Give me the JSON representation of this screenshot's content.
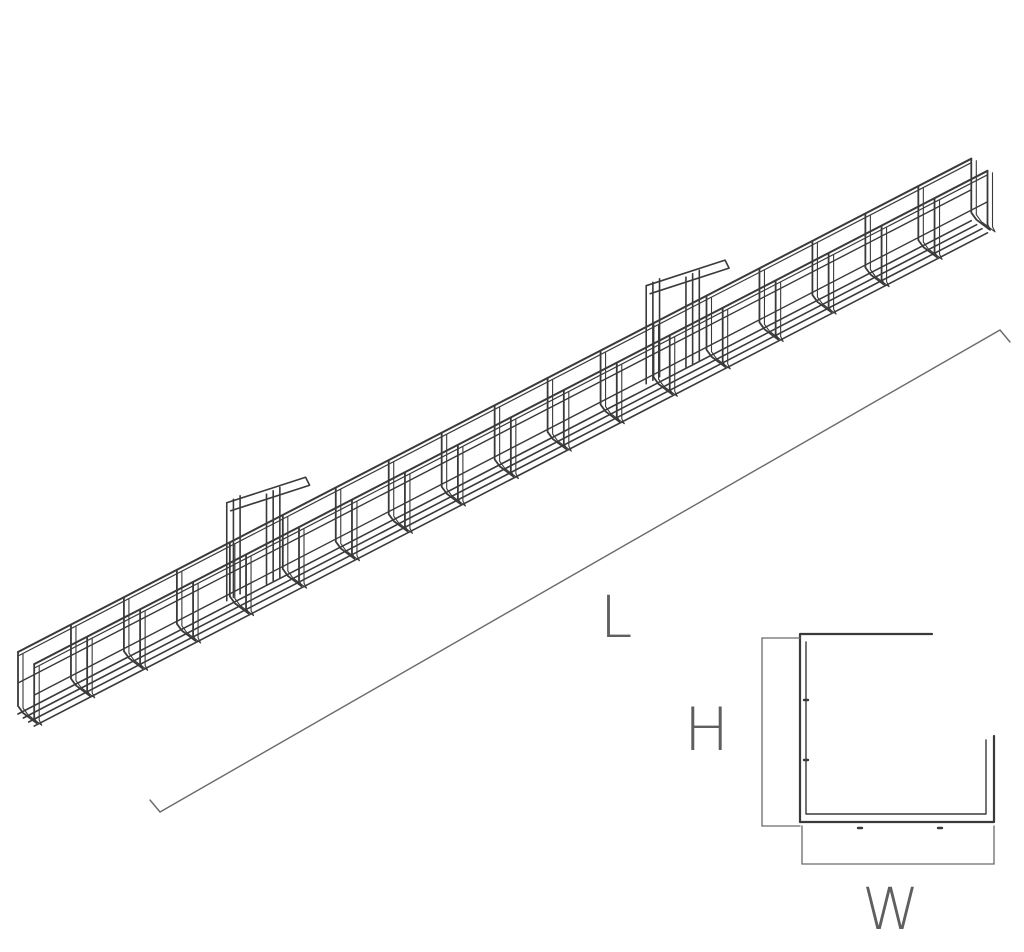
{
  "labels": {
    "length": "L",
    "height": "H",
    "width": "W"
  },
  "style": {
    "wire_color": "#3a3a3a",
    "dimension_color": "#6a6a6a",
    "background": "#ffffff"
  }
}
